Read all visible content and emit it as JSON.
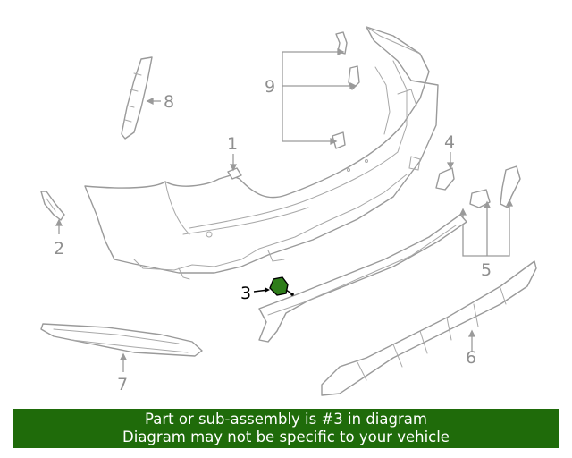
{
  "callouts": {
    "c1": "1",
    "c2": "2",
    "c3": "3",
    "c4": "4",
    "c5": "5",
    "c6": "6",
    "c7": "7",
    "c8": "8",
    "c9": "9"
  },
  "highlight": {
    "part_number": "3",
    "color": "#2e7d1a"
  },
  "banner": {
    "line1": "Part or sub-assembly is #3 in diagram",
    "line2": "Diagram may not be specific to your vehicle",
    "background": "#1f6b0a"
  }
}
